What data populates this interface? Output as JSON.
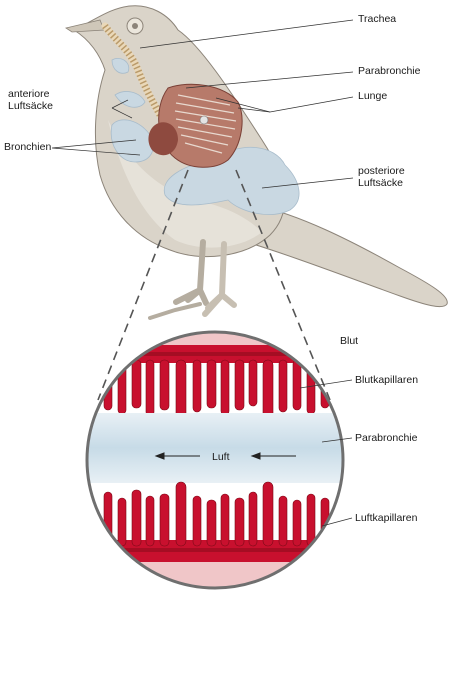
{
  "labels": {
    "trachea": "Trachea",
    "parabronchie_top": "Parabronchie",
    "lunge": "Lunge",
    "anteriore_line1": "anteriore",
    "anteriore_line2": "Luftsäcke",
    "bronchien": "Bronchien",
    "posteriore_line1": "posteriore",
    "posteriore_line2": "Luftsäcke",
    "blut": "Blut",
    "blutkapillaren": "Blutkapillaren",
    "parabronchie_detail": "Parabronchie",
    "luft": "Luft",
    "luftkapillaren": "Luftkapillaren"
  },
  "colors": {
    "bird_body": "#dad4c9",
    "bird_outline": "#8c8479",
    "belly": "#e9e5dd",
    "air_sac": "#c9d8e2",
    "lung": "#b77a6a",
    "lung_dark": "#8e4a3f",
    "trachea": "#ead8b8",
    "capillary_red": "#c8102e",
    "capillary_dark": "#7a0a17",
    "air_blue": "#cfe0ea",
    "circle_outline": "#6f6f6f",
    "blood_pink": "#f0c6c8"
  }
}
